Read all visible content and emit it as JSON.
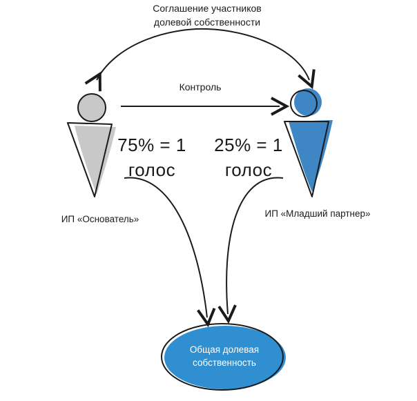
{
  "agreement": {
    "line1": "Соглашение участников",
    "line2": "долевой собственности"
  },
  "control_label": "Контроль",
  "founder": {
    "vote_line1": "75% = 1",
    "vote_line2": "голос",
    "label": "ИП «Основатель»",
    "color": "#c8c8c8"
  },
  "partner": {
    "vote_line1": "25% = 1",
    "vote_line2": "голос",
    "label": "ИП «Младший партнер»",
    "color": "#3f86c4"
  },
  "ownership": {
    "line1": "Общая долевая",
    "line2": "собственность",
    "color": "#2f8fd0"
  }
}
